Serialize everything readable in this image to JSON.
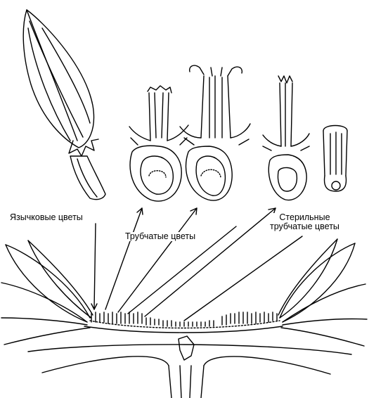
{
  "labels": {
    "ligulate": "Язычковые цветы",
    "tubular": "Трубчатые цветы",
    "sterile_line1": "Стерильные",
    "sterile_line2": "трубчатые цветы"
  },
  "colors": {
    "ink": "#000000",
    "background": "#ffffff"
  }
}
